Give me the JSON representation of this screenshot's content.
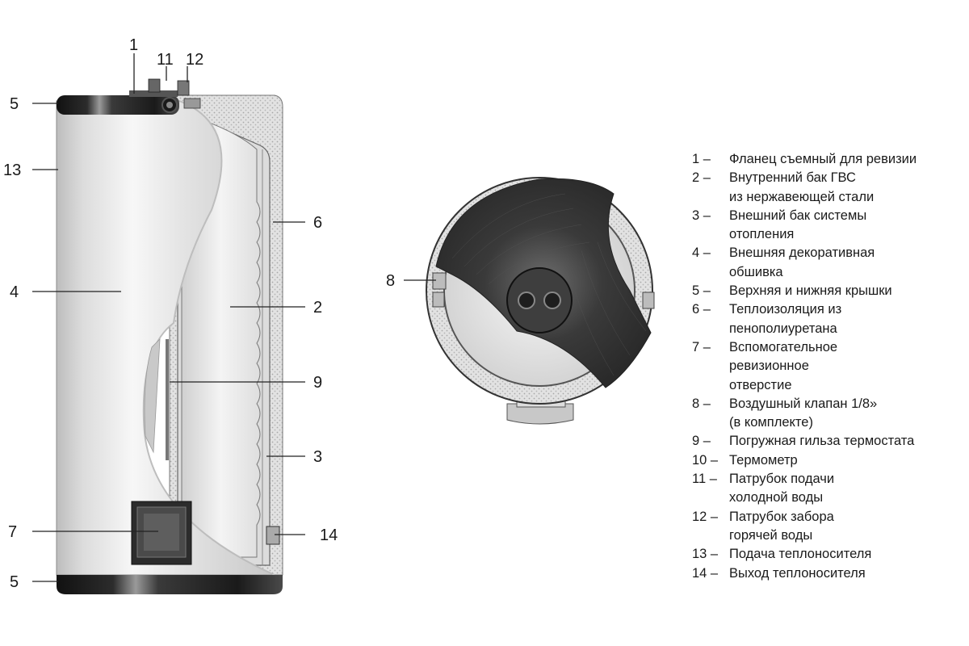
{
  "callouts": {
    "c1": "1",
    "c11": "11",
    "c12": "12",
    "c5_top": "5",
    "c13": "13",
    "c6": "6",
    "c4": "4",
    "c2": "2",
    "c9": "9",
    "c3": "3",
    "c7": "7",
    "c14": "14",
    "c5_bottom": "5",
    "c8": "8"
  },
  "legend": [
    {
      "num": "1 –",
      "text": "Фланец съемный для ревизии"
    },
    {
      "num": "2 –",
      "text": "Внутренний бак ГВС\nиз нержавеющей стали"
    },
    {
      "num": "3 –",
      "text": "Внешний бак системы\nотопления"
    },
    {
      "num": "4 –",
      "text": "Внешняя декоративная\nобшивка"
    },
    {
      "num": "5 –",
      "text": "Верхняя и нижняя крышки"
    },
    {
      "num": "6 –",
      "text": "Теплоизоляция из\nпенополиуретана"
    },
    {
      "num": "7 –",
      "text": "Вспомогательное\nревизионное\nотверстие"
    },
    {
      "num": "8 –",
      "text": "Воздушный клапан 1/8»\n(в комплекте)"
    },
    {
      "num": "9 –",
      "text": "Погружная гильза термостата"
    },
    {
      "num": "10 –",
      "text": "Термометр"
    },
    {
      "num": "11 –",
      "text": "Патрубок подачи\nхолодной воды"
    },
    {
      "num": "12 –",
      "text": "Патрубок забора\nгорячей воды"
    },
    {
      "num": "13 –",
      "text": "Подача теплоносителя"
    },
    {
      "num": "14 –",
      "text": "Выход теплоносителя"
    }
  ],
  "colors": {
    "shell_light": "#ececec",
    "shell_mid": "#d2d2d2",
    "cap_dark": "#1c1c1c",
    "insulation": "#d8d8d8",
    "inner_tank": "#e4e4e4",
    "line": "#222222"
  }
}
